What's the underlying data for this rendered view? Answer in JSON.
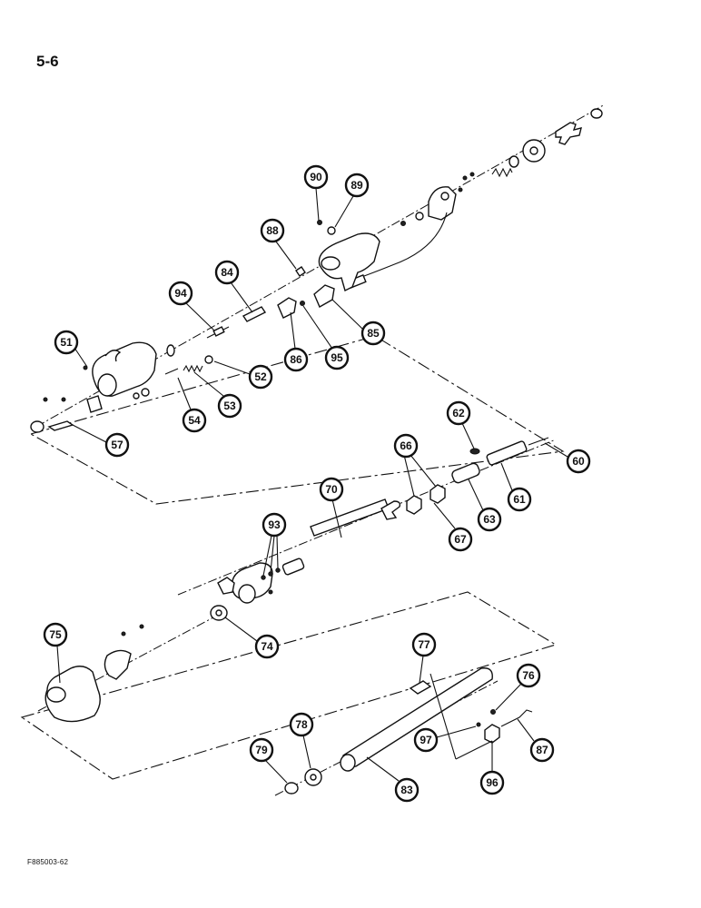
{
  "page": {
    "page_number": "5-6",
    "figure_code": "F885003-62"
  },
  "callouts": [
    {
      "id": "c90",
      "label": "90"
    },
    {
      "id": "c89",
      "label": "89"
    },
    {
      "id": "c88",
      "label": "88"
    },
    {
      "id": "c84",
      "label": "84"
    },
    {
      "id": "c94",
      "label": "94"
    },
    {
      "id": "c85",
      "label": "85"
    },
    {
      "id": "c86",
      "label": "86"
    },
    {
      "id": "c95",
      "label": "95"
    },
    {
      "id": "c51",
      "label": "51"
    },
    {
      "id": "c52",
      "label": "52"
    },
    {
      "id": "c53",
      "label": "53"
    },
    {
      "id": "c54",
      "label": "54"
    },
    {
      "id": "c57",
      "label": "57"
    },
    {
      "id": "c62",
      "label": "62"
    },
    {
      "id": "c60",
      "label": "60"
    },
    {
      "id": "c66",
      "label": "66"
    },
    {
      "id": "c70",
      "label": "70"
    },
    {
      "id": "c61",
      "label": "61"
    },
    {
      "id": "c63",
      "label": "63"
    },
    {
      "id": "c67",
      "label": "67"
    },
    {
      "id": "c93",
      "label": "93"
    },
    {
      "id": "c75",
      "label": "75"
    },
    {
      "id": "c74",
      "label": "74"
    },
    {
      "id": "c77",
      "label": "77"
    },
    {
      "id": "c76",
      "label": "76"
    },
    {
      "id": "c78",
      "label": "78"
    },
    {
      "id": "c79",
      "label": "79"
    },
    {
      "id": "c97",
      "label": "97"
    },
    {
      "id": "c87",
      "label": "87"
    },
    {
      "id": "c83",
      "label": "83"
    },
    {
      "id": "c96",
      "label": "96"
    }
  ]
}
